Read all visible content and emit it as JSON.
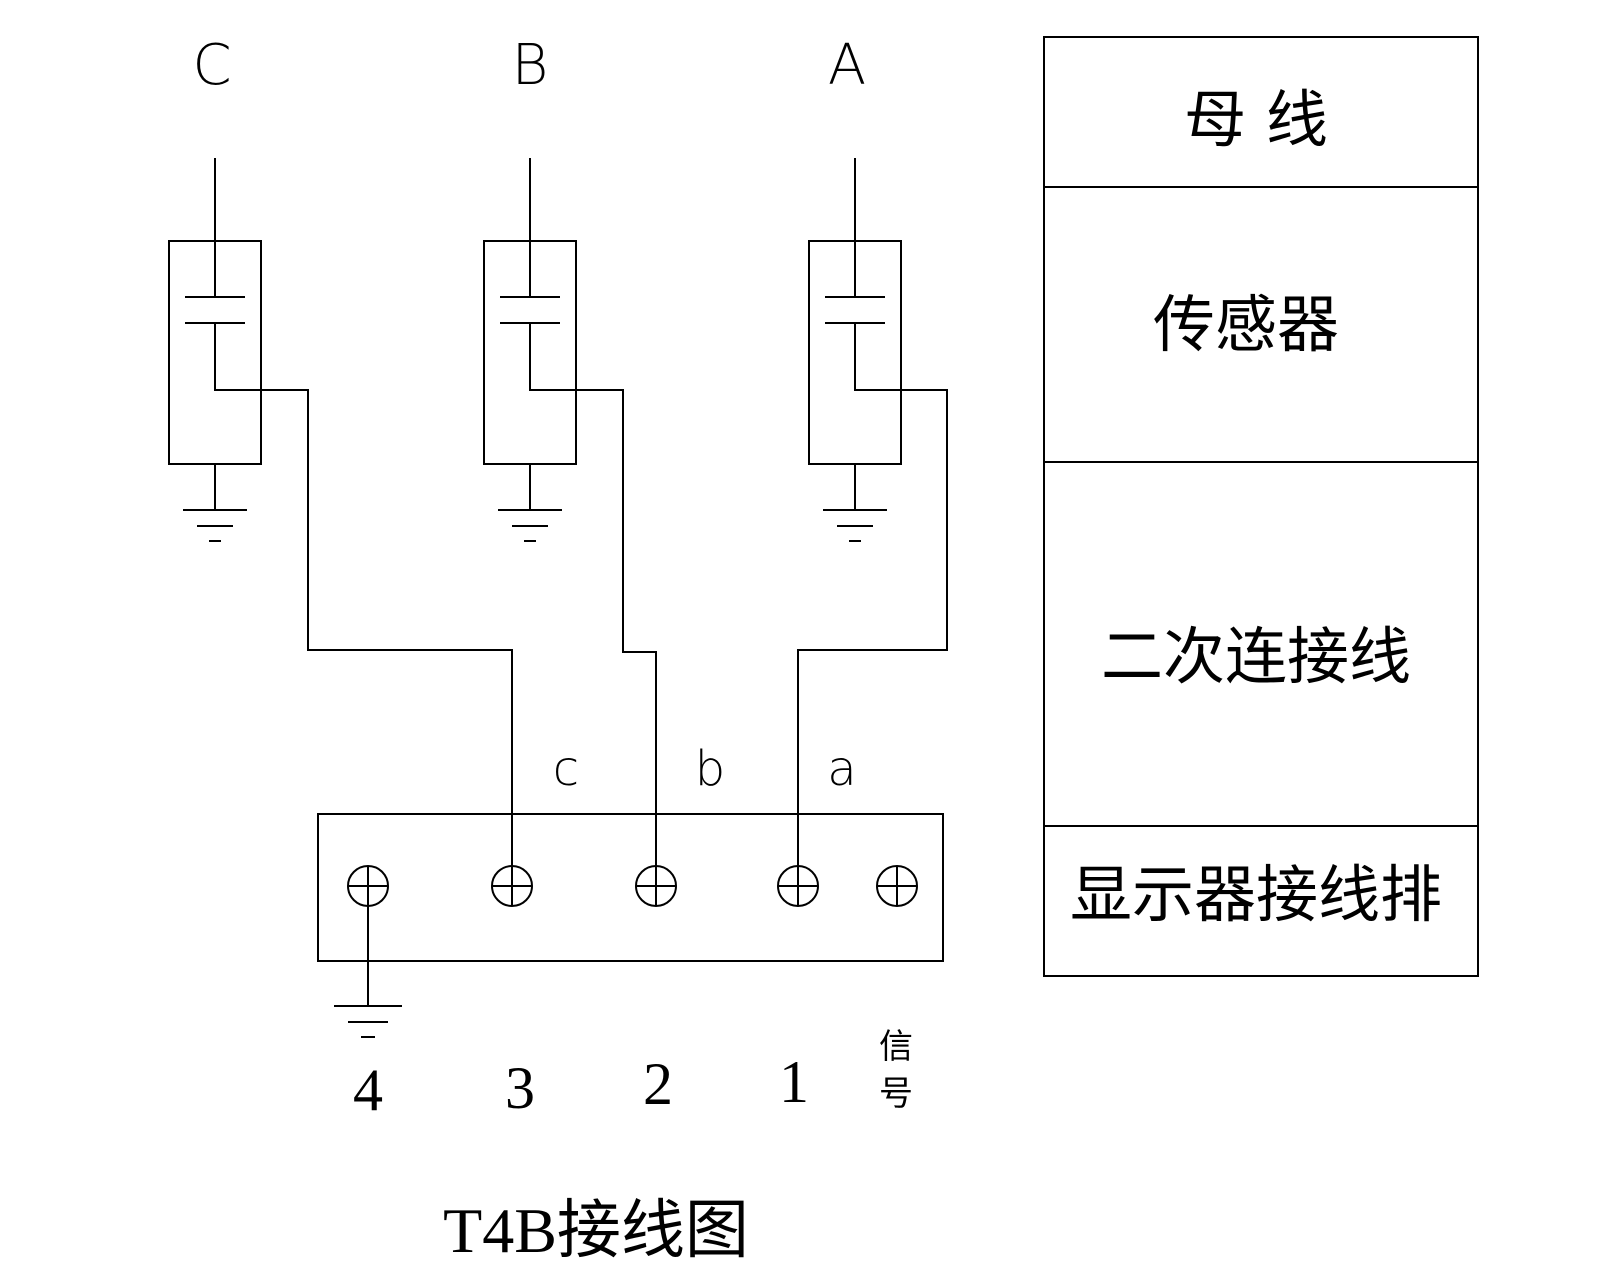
{
  "phases": [
    "C",
    "B",
    "A"
  ],
  "wire_labels": [
    "c",
    "b",
    "a"
  ],
  "terminal_numbers": [
    "4",
    "3",
    "2",
    "1"
  ],
  "signal_label": [
    "信",
    "号"
  ],
  "legend": {
    "busbar": "母  线",
    "sensor": "传感器",
    "secondary": "二次连接线",
    "terminal_block": "显示器接线排"
  },
  "caption": "T4B接线图"
}
